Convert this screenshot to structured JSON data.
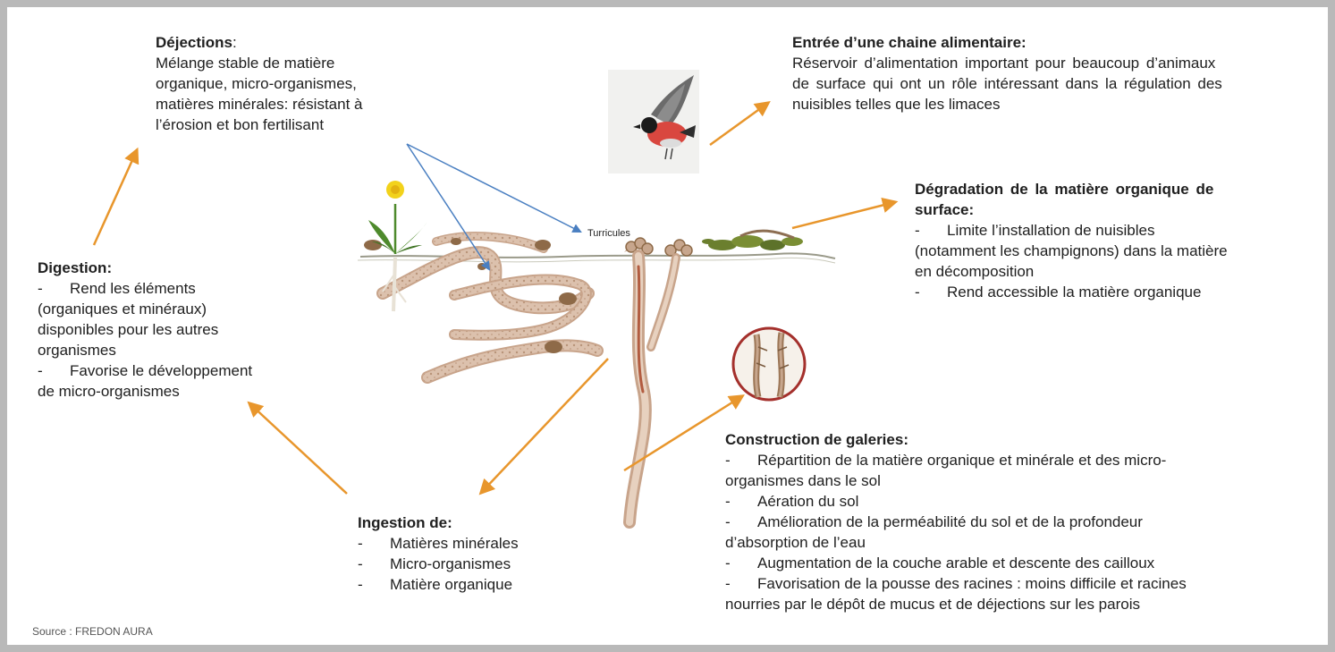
{
  "dejections": {
    "title": "Déjections",
    "title_suffix": ":",
    "lines": [
      "Mélange stable de matière",
      "organique, micro-organismes,",
      "matières minérales: résistant à",
      "l’érosion et bon fertilisant"
    ]
  },
  "food_chain": {
    "title": "Entrée d’une chaine alimentaire:",
    "lines": [
      "Réservoir d’alimentation important pour beaucoup d’animaux",
      "de surface qui ont un rôle intéressant dans la régulation des",
      "nuisibles telles que les limaces"
    ]
  },
  "degradation": {
    "title_lines": [
      "Dégradation de la matière organique de",
      "surface:"
    ],
    "items": [
      {
        "dash": "-",
        "text": "Limite l’installation de nuisibles"
      },
      {
        "dash": "",
        "text": "(notamment les champignons) dans la matière"
      },
      {
        "dash": "",
        "text": "en décomposition"
      },
      {
        "dash": "-",
        "text": "Rend accessible la matière organique"
      }
    ]
  },
  "digestion": {
    "title": "Digestion:",
    "lines": [
      {
        "dash": "-",
        "text": "Rend les éléments"
      },
      {
        "dash": "",
        "text": "(organiques et minéraux)"
      },
      {
        "dash": "",
        "text": "disponibles pour les autres"
      },
      {
        "dash": "",
        "text": "organismes"
      },
      {
        "dash": "-",
        "text": "Favorise le développement"
      },
      {
        "dash": "",
        "text": "de micro-organismes"
      }
    ]
  },
  "ingestion": {
    "title": "Ingestion de:",
    "items": [
      {
        "dash": "-",
        "text": "Matières minérales"
      },
      {
        "dash": "-",
        "text": "Micro-organismes"
      },
      {
        "dash": "-",
        "text": "Matière organique"
      }
    ]
  },
  "galleries": {
    "title": "Construction de galeries:",
    "lines": [
      {
        "dash": "-",
        "text": "Répartition de la matière organique et minérale et des micro-"
      },
      {
        "dash": "",
        "text": "organismes dans le sol"
      },
      {
        "dash": "-",
        "text": "Aération du sol"
      },
      {
        "dash": "-",
        "text": "Amélioration de la perméabilité du sol et de la profondeur"
      },
      {
        "dash": "",
        "text": "d’absorption de l’eau"
      },
      {
        "dash": "-",
        "text": "Augmentation de la couche arable et descente des cailloux"
      },
      {
        "dash": "-",
        "text": "Favorisation de la pousse des racines : moins difficile et racines"
      },
      {
        "dash": "",
        "text": "nourries par le dépôt de mucus et de déjections sur les parois"
      }
    ]
  },
  "turricules_label": "Turricules",
  "source": "Source : FREDON AURA",
  "colors": {
    "arrow_orange": "#e8962c",
    "arrow_blue": "#4a7fc1",
    "burrow": "#d3b49e",
    "soil_line": "#9a9a8a",
    "dandelion_green": "#4e8a2c",
    "flower_yellow": "#f2d21b",
    "bird_red": "#d9473f",
    "magnifier_ring": "#a4302c"
  },
  "icons": [
    "bird-illustration",
    "dandelion-illustration",
    "earthworm-burrow-illustration",
    "magnifier-illustration"
  ]
}
